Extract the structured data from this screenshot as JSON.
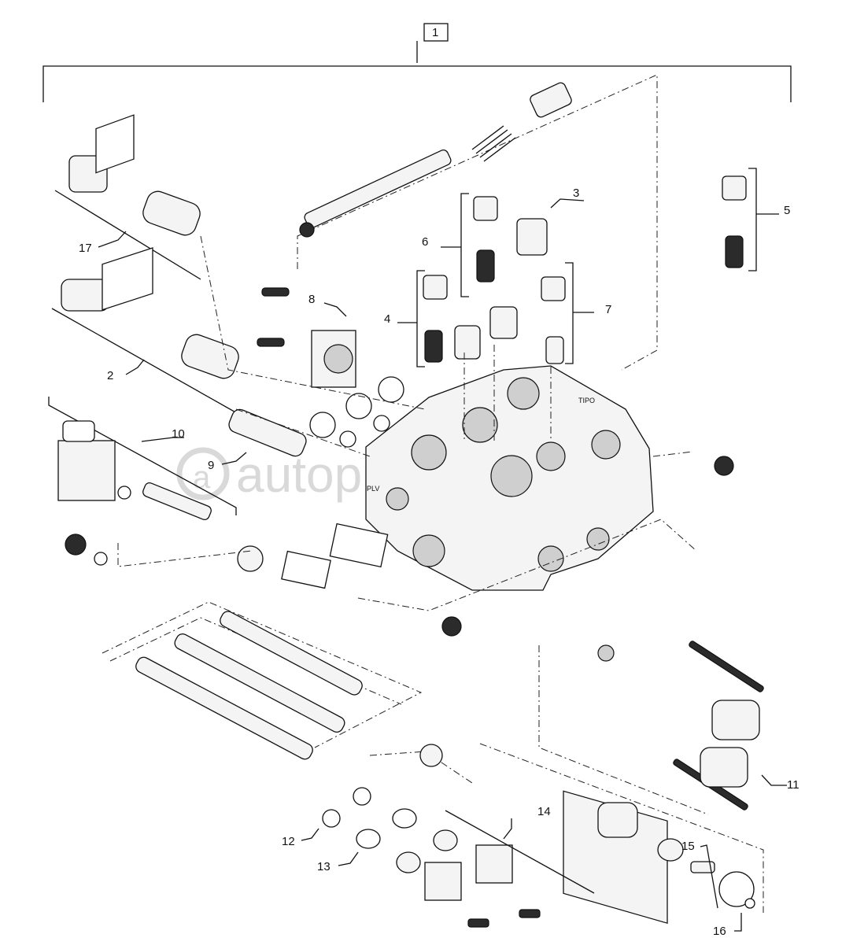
{
  "diagram": {
    "title_callout": "1",
    "watermark": "autopiter.ru",
    "callouts": [
      {
        "id": "callout-2",
        "text": "2"
      },
      {
        "id": "callout-3",
        "text": "3"
      },
      {
        "id": "callout-4",
        "text": "4"
      },
      {
        "id": "callout-5",
        "text": "5"
      },
      {
        "id": "callout-6",
        "text": "6"
      },
      {
        "id": "callout-7",
        "text": "7"
      },
      {
        "id": "callout-8",
        "text": "8"
      },
      {
        "id": "callout-9",
        "text": "9"
      },
      {
        "id": "callout-10",
        "text": "10"
      },
      {
        "id": "callout-11",
        "text": "11"
      },
      {
        "id": "callout-12",
        "text": "12"
      },
      {
        "id": "callout-13",
        "text": "13"
      },
      {
        "id": "callout-14",
        "text": "14"
      },
      {
        "id": "callout-15",
        "text": "15"
      },
      {
        "id": "callout-16",
        "text": "16"
      },
      {
        "id": "callout-17",
        "text": "17"
      }
    ],
    "body_marking": "TIPO",
    "body_port_marking": "PLV"
  },
  "colors": {
    "line": "#111111",
    "fill": "#f4f4f4",
    "watermark": "#d9d9d9"
  }
}
